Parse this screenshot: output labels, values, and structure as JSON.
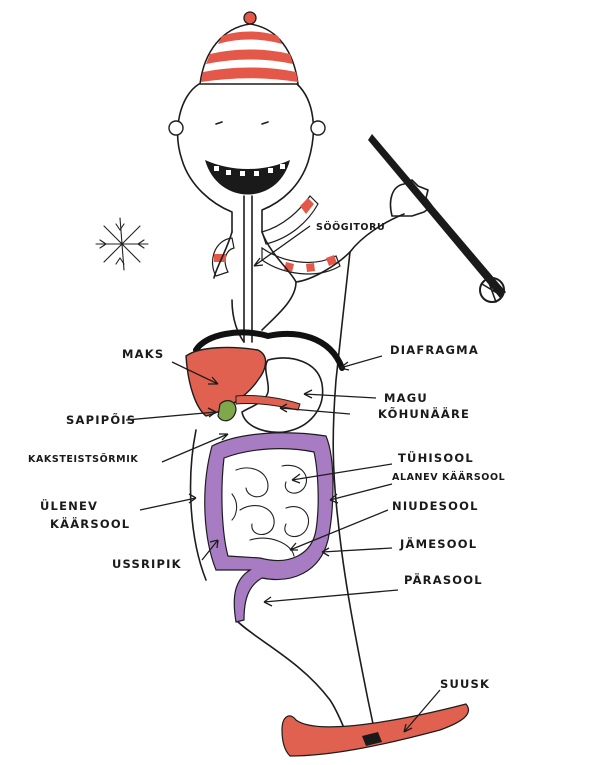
{
  "labels": {
    "soogitoru": "SÖÖGITORU",
    "maks": "MAKS",
    "diafragma": "DIAFRAGMA",
    "magu": "MAGU",
    "sapipois": "SAPIPÕIS",
    "kohunaare": "KÕHUNÄÄRE",
    "kaksteistsormik": "KAKSTEISTSÕRMIK",
    "tuhisool": "TÜHISOOL",
    "alanev_kaarsool": "ALANEV KÄÄRSOOL",
    "ulenev_kaarsool_1": "ÜLENEV",
    "ulenev_kaarsool_2": "KÄÄRSOOL",
    "niudesool": "NIUDESOOL",
    "jamesool": "JÄMESOOL",
    "ussripik": "USSRIPIK",
    "parasool": "PÄRASOOL",
    "suusk": "SUUSK"
  },
  "colors": {
    "organ_red": "#e0614f",
    "colon_purple": "#a77cc2",
    "green_gall": "#7ea84a",
    "hat_red": "#e4584a",
    "ink": "#1d1d1d"
  }
}
